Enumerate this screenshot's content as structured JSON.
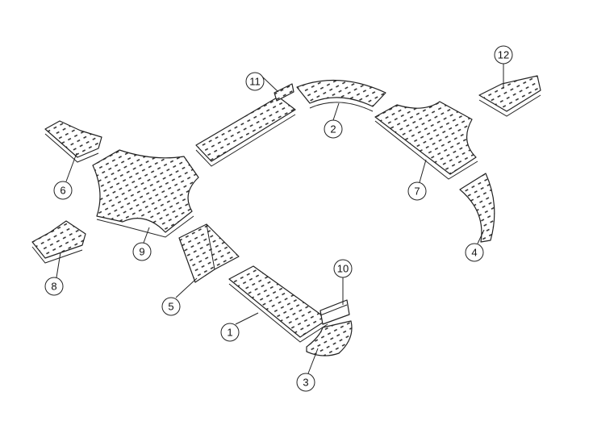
{
  "diagram": {
    "title": "Cable tray components exploded view",
    "line_color": "#222222",
    "callouts": {
      "c1": "1",
      "c2": "2",
      "c3": "3",
      "c4": "4",
      "c5": "5",
      "c6": "6",
      "c7": "7",
      "c8": "8",
      "c9": "9",
      "c10": "10",
      "c11": "11",
      "c12": "12"
    }
  }
}
